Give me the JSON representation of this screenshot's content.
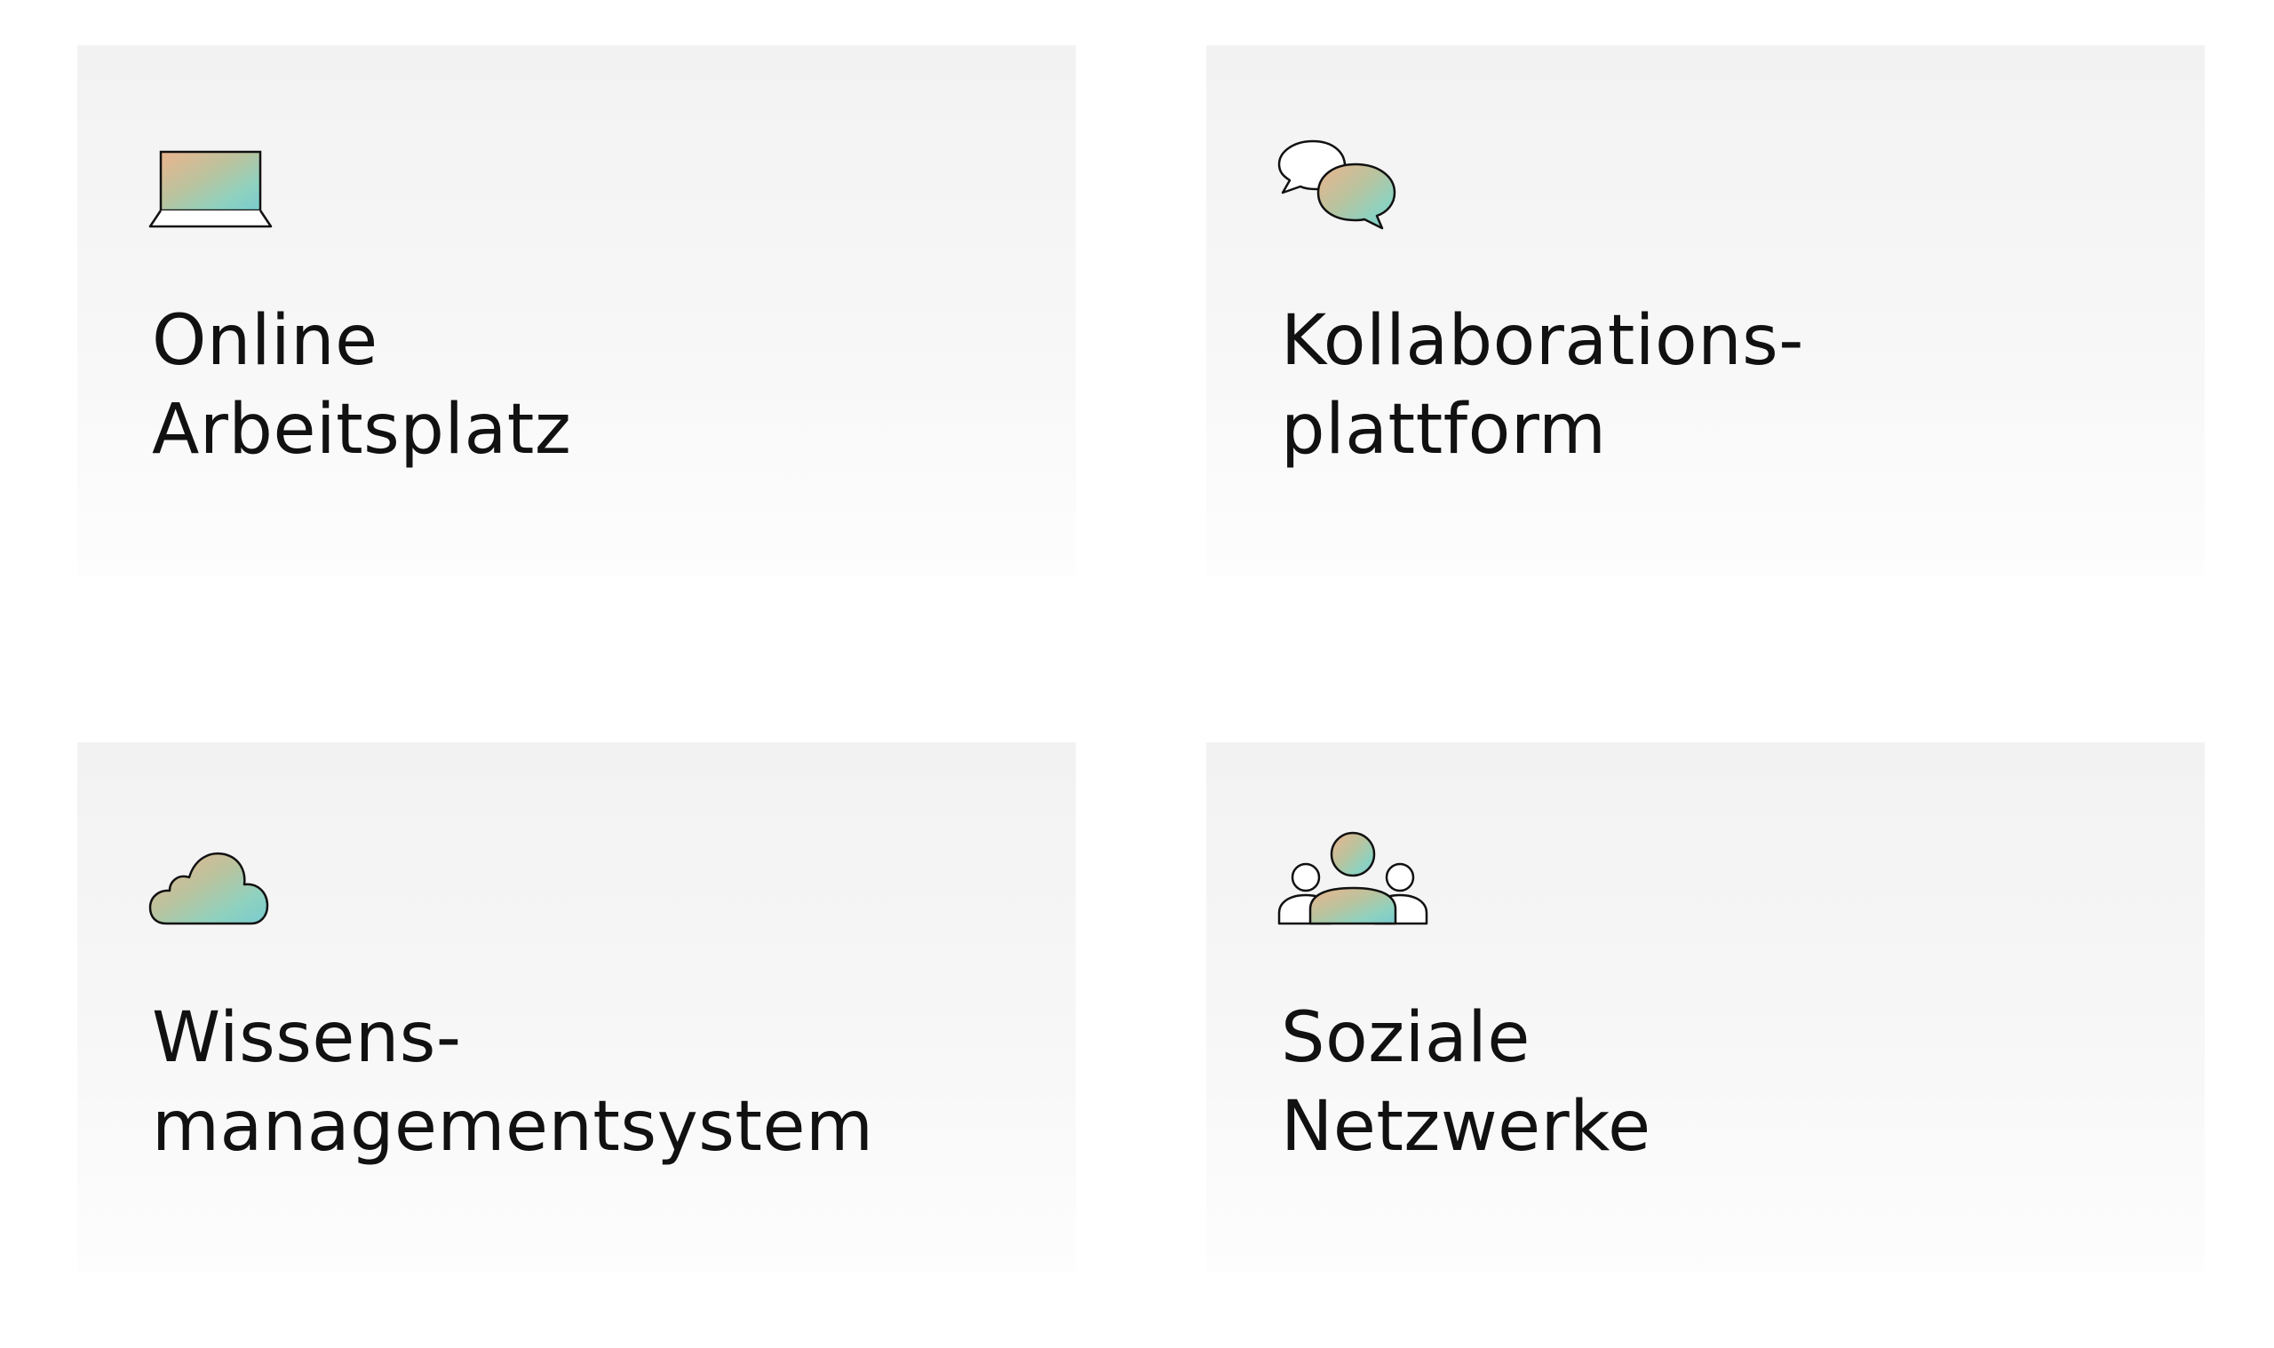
{
  "cards": [
    {
      "icon": "laptop-icon",
      "title_line1": "Online",
      "title_line2": "Arbeitsplatz"
    },
    {
      "icon": "chat-bubbles-icon",
      "title_line1": "Kollaborations-",
      "title_line2": "plattform"
    },
    {
      "icon": "cloud-icon",
      "title_line1": "Wissens-",
      "title_line2": "managementsystem"
    },
    {
      "icon": "people-group-icon",
      "title_line1": "Soziale",
      "title_line2": "Netzwerke"
    }
  ],
  "colors": {
    "card_background": "#f4f4f4",
    "text": "#111111",
    "icon_gradient": [
      "#e9b98f",
      "#8fd0c0",
      "#7fcfc9",
      "#b9c7a4"
    ]
  }
}
